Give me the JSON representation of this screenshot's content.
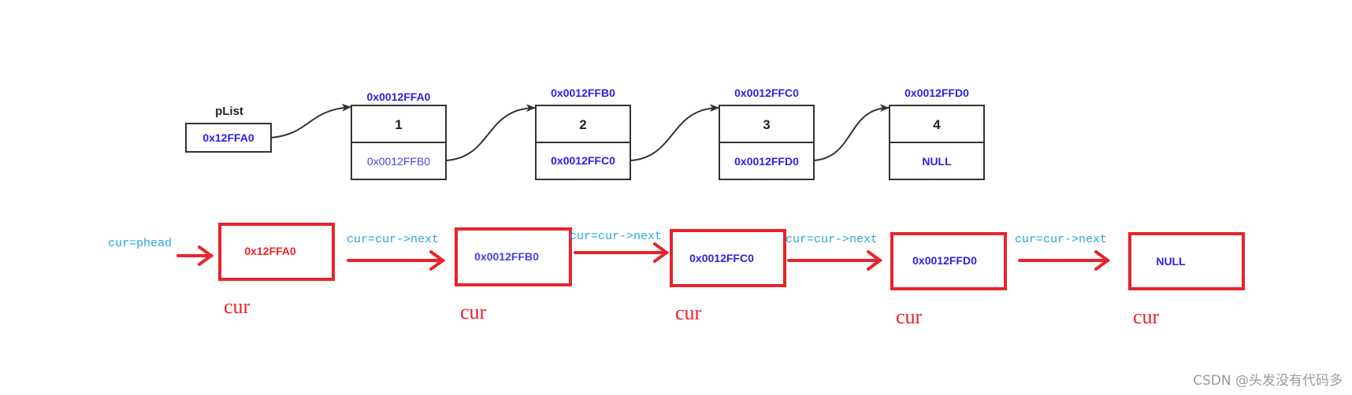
{
  "colors": {
    "line": "#333333",
    "address_blue": "#2a22e0",
    "value_dark": "#222222",
    "red": "#e8242b",
    "code_cyan": "#2aa6d8",
    "watermark": "#9a9a9a"
  },
  "head": {
    "label": "pList",
    "value": "0x12FFA0"
  },
  "nodes": [
    {
      "address": "0x0012FFA0",
      "data": "1",
      "next": "0x0012FFB0"
    },
    {
      "address": "0x0012FFB0",
      "data": "2",
      "next": "0x0012FFC0"
    },
    {
      "address": "0x0012FFC0",
      "data": "3",
      "next": "0x0012FFD0"
    },
    {
      "address": "0x0012FFD0",
      "data": "4",
      "next": "NULL"
    }
  ],
  "traversal": {
    "start_label": "cur=phead",
    "step_label": "cur=cur->next",
    "cur_label": "cur",
    "boxes": [
      "0x12FFA0",
      "0x0012FFB0",
      "0x0012FFC0",
      "0x0012FFD0",
      "NULL"
    ]
  },
  "watermark": "CSDN @头发没有代码多"
}
